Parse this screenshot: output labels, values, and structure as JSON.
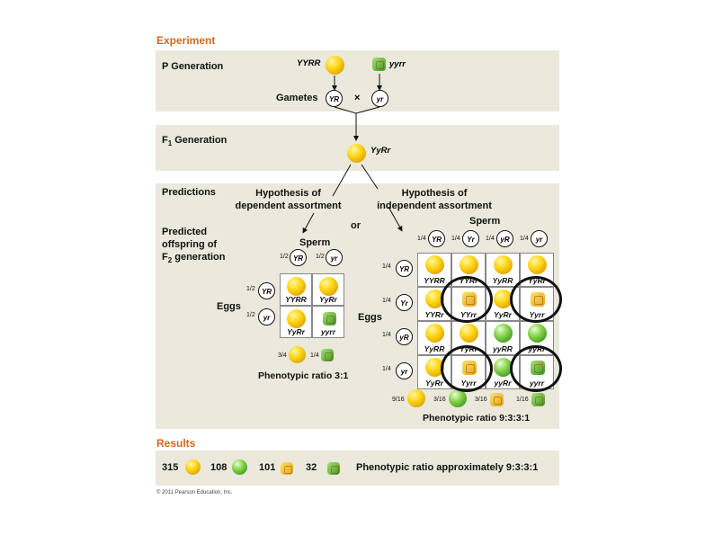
{
  "experiment_title": "Experiment",
  "results_title": "Results",
  "p_generation": {
    "label": "P Generation",
    "left_genotype": "YYRR",
    "right_genotype": "yyrr"
  },
  "gametes": {
    "label": "Gametes",
    "left": "YR",
    "times": "×",
    "right": "yr"
  },
  "f1": {
    "label_main": "F",
    "label_sub": "1",
    "label_rest": " Generation",
    "genotype": "YyRr"
  },
  "predictions": {
    "label": "Predictions",
    "dependent_title_1": "Hypothesis of",
    "dependent_title_2": "dependent assortment",
    "independent_title_1": "Hypothesis of",
    "independent_title_2": "independent assortment",
    "or": "or",
    "predicted_1": "Predicted",
    "predicted_2": "offspring of",
    "predicted_3_main": "F",
    "predicted_3_sub": "2",
    "predicted_3_rest": " generation"
  },
  "dependent": {
    "sperm_label": "Sperm",
    "eggs_label": "Eggs",
    "sperm": [
      {
        "frac": "1/2",
        "allele": "YR"
      },
      {
        "frac": "1/2",
        "allele": "yr"
      }
    ],
    "eggs": [
      {
        "frac": "1/2",
        "allele": "YR"
      },
      {
        "frac": "1/2",
        "allele": "yr"
      }
    ],
    "cells": [
      {
        "genotype": "YYRR",
        "pea": "y"
      },
      {
        "genotype": "YyRr",
        "pea": "y"
      },
      {
        "genotype": "YyRr",
        "pea": "y"
      },
      {
        "genotype": "yyrr",
        "pea": "gw"
      }
    ],
    "ratio_fracs": [
      "3/4",
      "1/4"
    ],
    "ratio_text": "Phenotypic ratio 3:1"
  },
  "independent": {
    "sperm_label": "Sperm",
    "eggs_label": "Eggs",
    "sperm": [
      {
        "frac": "1/4",
        "allele": "YR"
      },
      {
        "frac": "1/4",
        "allele": "Yr"
      },
      {
        "frac": "1/4",
        "allele": "yR"
      },
      {
        "frac": "1/4",
        "allele": "yr"
      }
    ],
    "eggs": [
      {
        "frac": "1/4",
        "allele": "YR"
      },
      {
        "frac": "1/4",
        "allele": "Yr"
      },
      {
        "frac": "1/4",
        "allele": "yR"
      },
      {
        "frac": "1/4",
        "allele": "yr"
      }
    ],
    "cells": [
      {
        "genotype": "YYRR",
        "pea": "y"
      },
      {
        "genotype": "YYRr",
        "pea": "y"
      },
      {
        "genotype": "YyRR",
        "pea": "y"
      },
      {
        "genotype": "YyRr",
        "pea": "y"
      },
      {
        "genotype": "YYRr",
        "pea": "y"
      },
      {
        "genotype": "YYrr",
        "pea": "yw"
      },
      {
        "genotype": "YyRr",
        "pea": "y"
      },
      {
        "genotype": "Yyrr",
        "pea": "yw"
      },
      {
        "genotype": "YyRR",
        "pea": "y"
      },
      {
        "genotype": "YyRr",
        "pea": "y"
      },
      {
        "genotype": "yyRR",
        "pea": "g"
      },
      {
        "genotype": "yyRr",
        "pea": "g"
      },
      {
        "genotype": "YyRr",
        "pea": "y"
      },
      {
        "genotype": "Yyrr",
        "pea": "yw"
      },
      {
        "genotype": "yyRr",
        "pea": "g"
      },
      {
        "genotype": "yyrr",
        "pea": "gw"
      }
    ],
    "ratio_fracs": [
      "9/16",
      "3/16",
      "3/16",
      "1/16"
    ],
    "ratio_text": "Phenotypic ratio 9:3:3:1"
  },
  "results": {
    "counts": [
      "315",
      "108",
      "101",
      "32"
    ],
    "ratio_text": "Phenotypic ratio approximately 9:3:3:1"
  },
  "copyright": "© 2011 Pearson Education, Inc.",
  "colors": {
    "panel": "#ebe8dc",
    "title": "#d2691e",
    "yellow_pea": "#ffd818",
    "green_pea": "#4faf2a"
  }
}
